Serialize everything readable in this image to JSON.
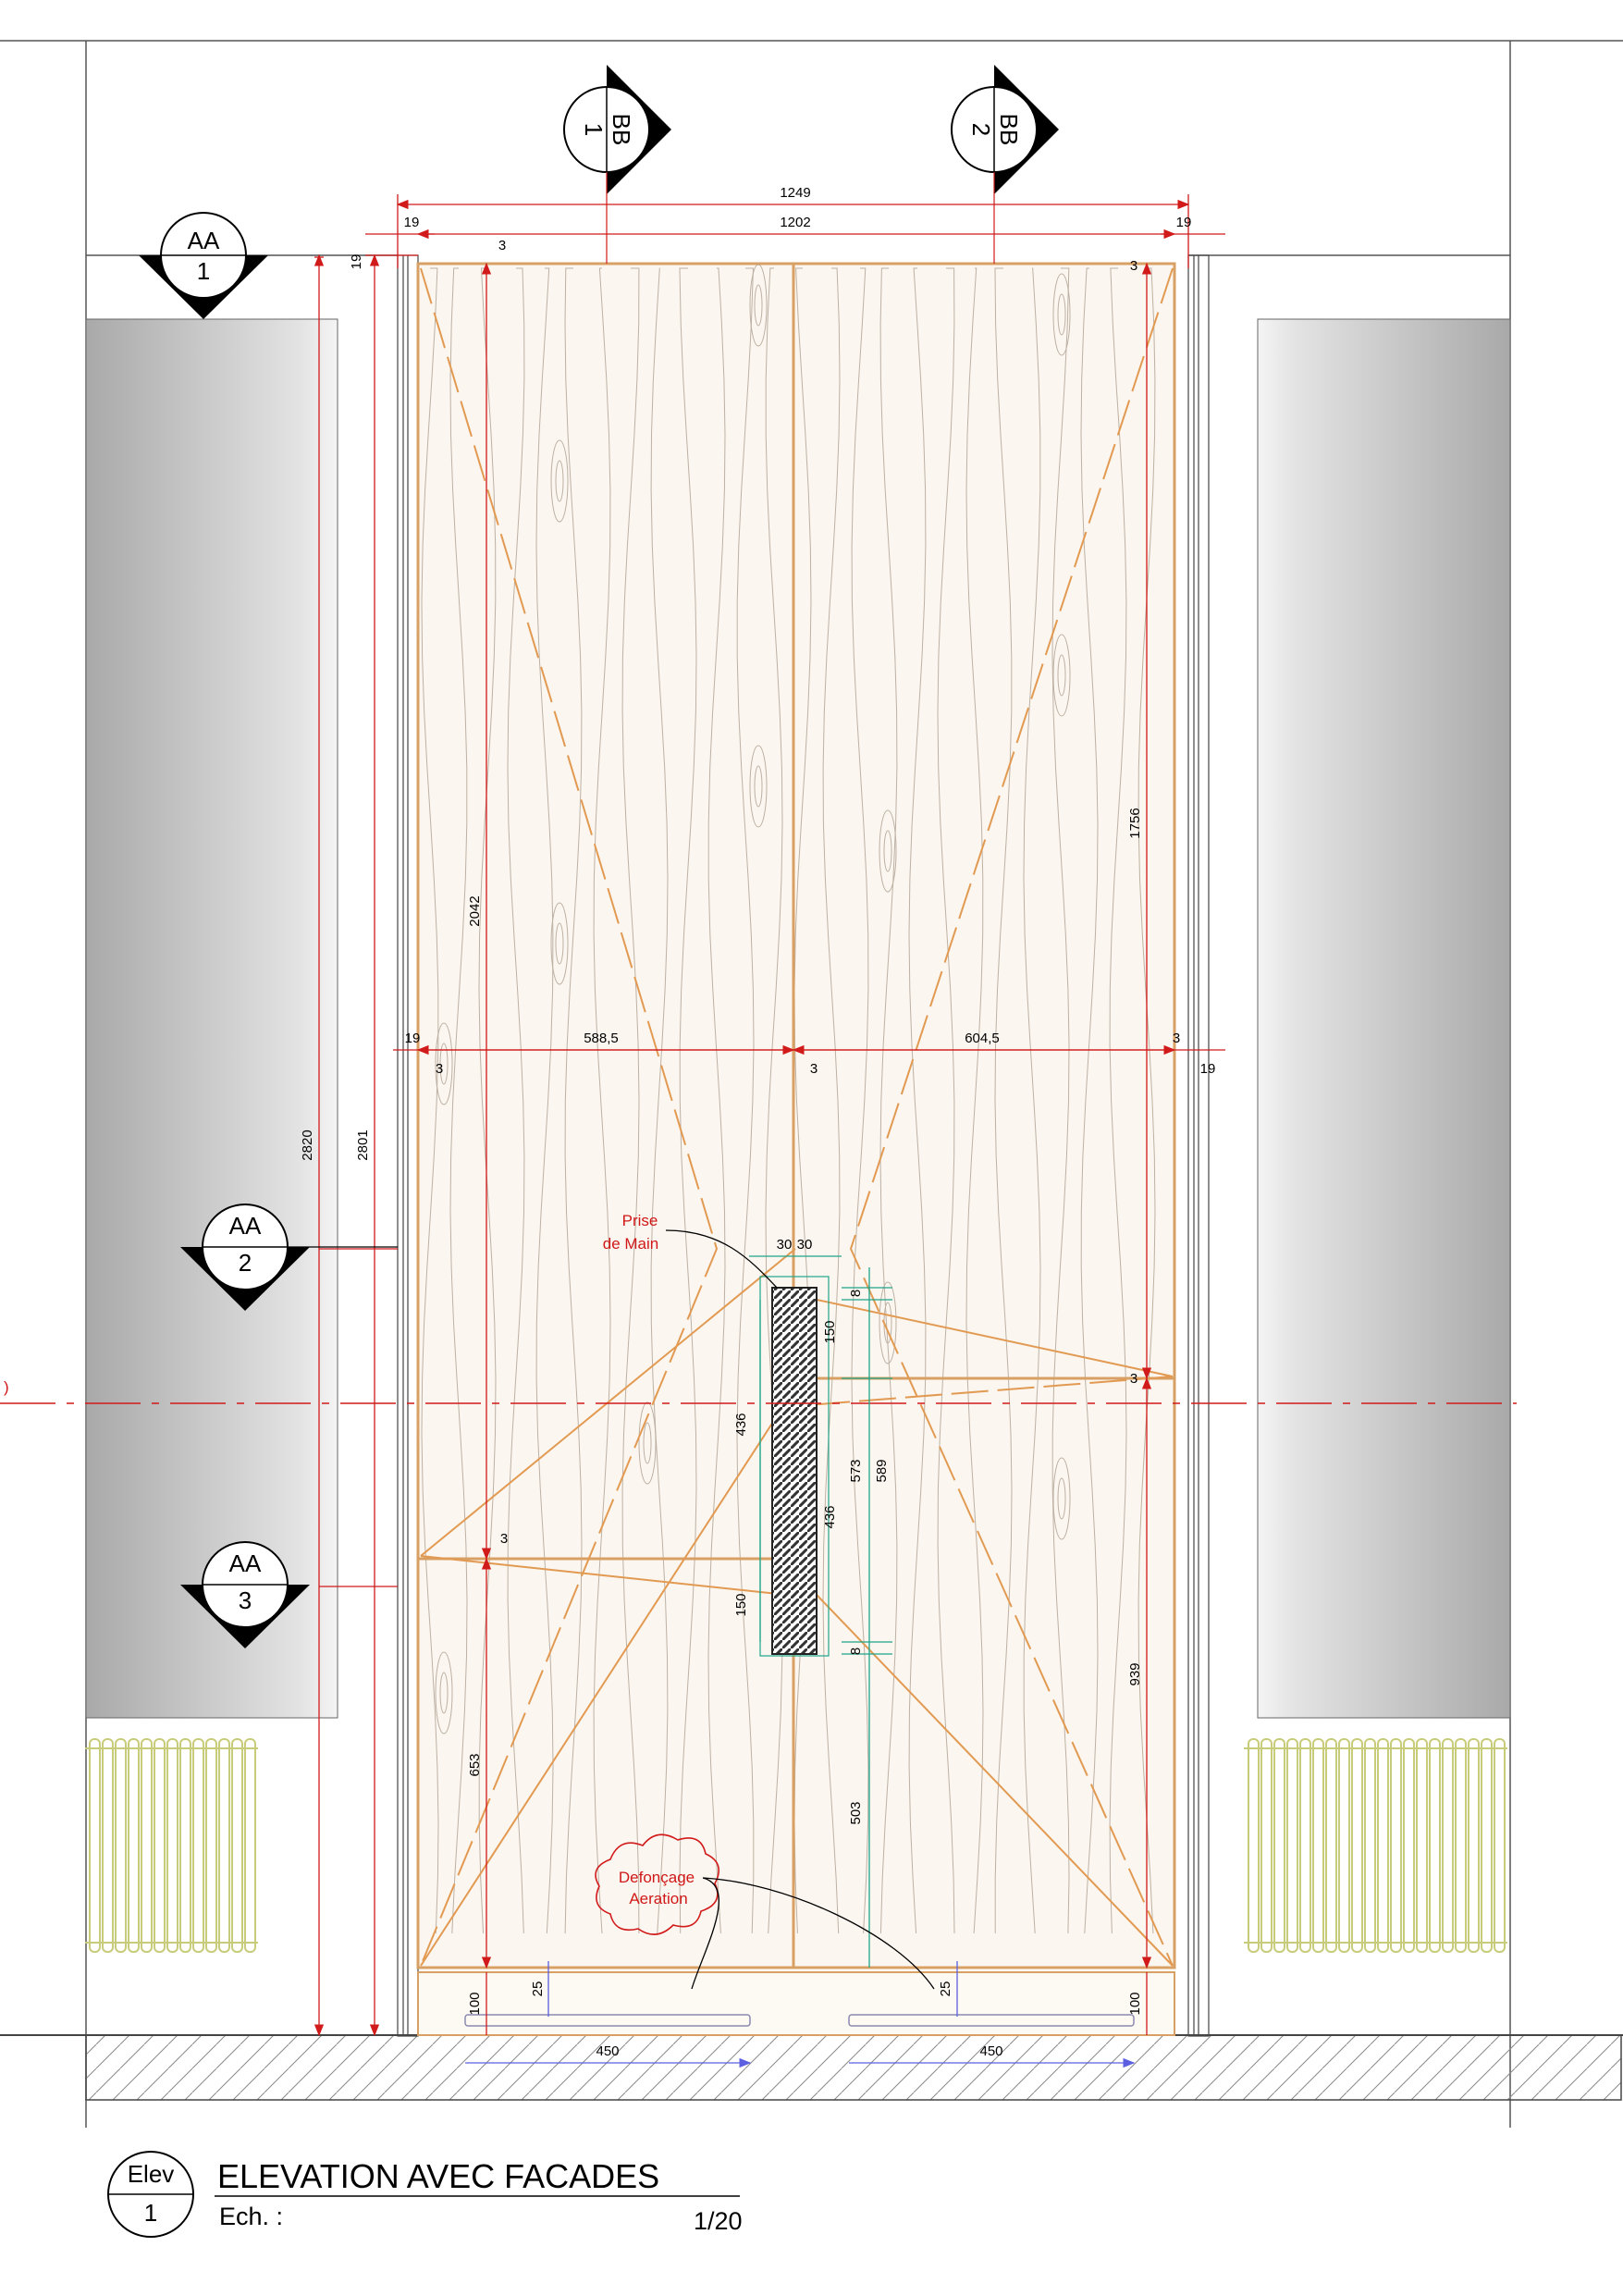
{
  "title_block": {
    "ref_top": "Elev",
    "ref_bottom": "1",
    "title": "ELEVATION AVEC FACADES",
    "scale_label": "Ech. :",
    "scale_value": "1/20"
  },
  "section_markers": {
    "bb1": {
      "top": "BB",
      "bottom": "1"
    },
    "bb2": {
      "top": "BB",
      "bottom": "2"
    },
    "aa1": {
      "top": "AA",
      "bottom": "1"
    },
    "aa2": {
      "top": "AA",
      "bottom": "2"
    },
    "aa3": {
      "top": "AA",
      "bottom": "3"
    }
  },
  "annotations": {
    "prise_line1": "Prise",
    "prise_line2": "de Main",
    "defoncage_line1": "Defonçage",
    "defoncage_line2": "Aeration",
    "axis_mark": ")"
  },
  "dimensions": {
    "overall_width": "1249",
    "inner_width": "1202",
    "left_side": "19",
    "right_side": "19",
    "top_gap_left": "3",
    "top_gap_right": "3",
    "top_panel": "19",
    "overall_height": "2820",
    "height_2801": "2801",
    "height_2042": "2042",
    "height_1756": "1756",
    "left_door": "588,5",
    "right_door": "604,5",
    "mid_left": "19",
    "mid_gap_a": "3",
    "mid_gap_b": "3",
    "mid_gap_c": "3",
    "mid_right": "19",
    "handle_w1": "30",
    "handle_w2": "30",
    "handle_8_top": "8",
    "handle_150_top": "150",
    "gap_right_3": "3",
    "height_436_left": "436",
    "height_436_handle": "436",
    "height_573": "573",
    "height_589": "589",
    "gap_left_3": "3",
    "handle_150_bottom": "150",
    "handle_8_bottom": "8",
    "height_939": "939",
    "height_653": "653",
    "height_503": "503",
    "plinth_100_left": "100",
    "plinth_25_left": "25",
    "plinth_25_right": "25",
    "plinth_100_right": "100",
    "vent_left": "450",
    "vent_right": "450"
  },
  "colors": {
    "wood_line": "#d8a064",
    "dim_line": "#d11a1a",
    "green_dim": "#1fa58a",
    "blue_dim": "#5b5fe0",
    "radiator": "#c8cc7a",
    "wall_grey": "#bdbdbd",
    "hatch": "#555555"
  }
}
